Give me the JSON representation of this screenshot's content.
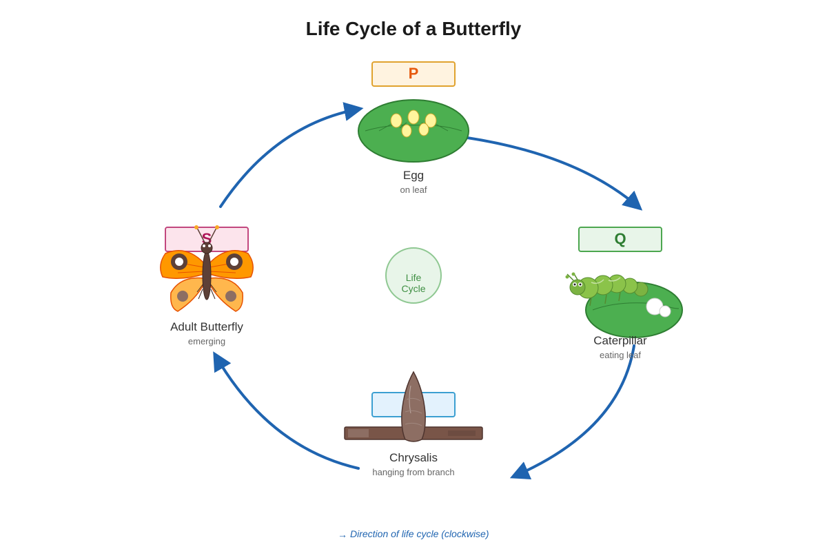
{
  "title": "Life Cycle of a Butterfly",
  "center_label": [
    "Life",
    "Cycle"
  ],
  "stages": {
    "egg": {
      "letter": "P",
      "name": "Egg",
      "detail": "on leaf"
    },
    "caterpillar": {
      "letter": "Q",
      "name": "Caterpillar",
      "detail": "eating leaf"
    },
    "chrysalis": {
      "letter": "",
      "name": "Chrysalis",
      "detail": "hanging from branch"
    },
    "butterfly": {
      "letter": "S",
      "name": "Adult Butterfly",
      "detail": "emerging"
    }
  },
  "footer": {
    "arrow": "→",
    "text": "Direction of life cycle (clockwise)"
  },
  "colors": {
    "arrow": "#1f64b0",
    "egg_box": "#e0a22e",
    "caterpillar_box": "#4ca64f",
    "chrysalis_box": "#3b9fd1",
    "butterfly_box": "#c2477e",
    "leaf": "#4caf50"
  }
}
